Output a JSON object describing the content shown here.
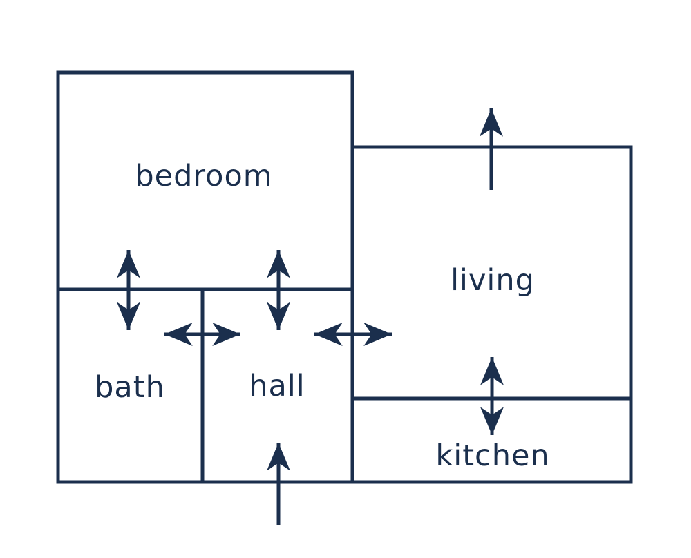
{
  "palette": {
    "ink": "#1b2f4d",
    "background": "#ffffff"
  },
  "diagram": {
    "type": "floor-plan"
  },
  "rooms": [
    {
      "id": "bedroom",
      "label": "bedroom"
    },
    {
      "id": "living",
      "label": "living"
    },
    {
      "id": "bath",
      "label": "bath"
    },
    {
      "id": "hall",
      "label": "hall"
    },
    {
      "id": "kitchen",
      "label": "kitchen"
    }
  ],
  "connections": [
    {
      "from": "bedroom",
      "to": "bath",
      "direction": "two-way"
    },
    {
      "from": "bedroom",
      "to": "hall",
      "direction": "two-way"
    },
    {
      "from": "bath",
      "to": "hall",
      "direction": "two-way"
    },
    {
      "from": "hall",
      "to": "living",
      "direction": "two-way"
    },
    {
      "from": "living",
      "to": "kitchen",
      "direction": "two-way"
    },
    {
      "from": "outside",
      "to": "hall",
      "direction": "one-way-in"
    },
    {
      "from": "living",
      "to": "outside",
      "direction": "one-way-out"
    }
  ]
}
